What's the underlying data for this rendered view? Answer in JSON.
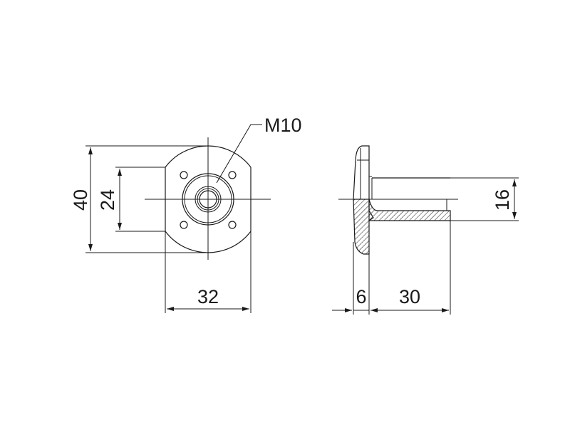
{
  "drawing": {
    "thread_callout": "M10",
    "front_view": {
      "height_overall": "40",
      "height_flat": "24",
      "width": "32"
    },
    "side_view": {
      "flange_thickness": "6",
      "shaft_length": "30",
      "shaft_diameter": "16"
    }
  }
}
